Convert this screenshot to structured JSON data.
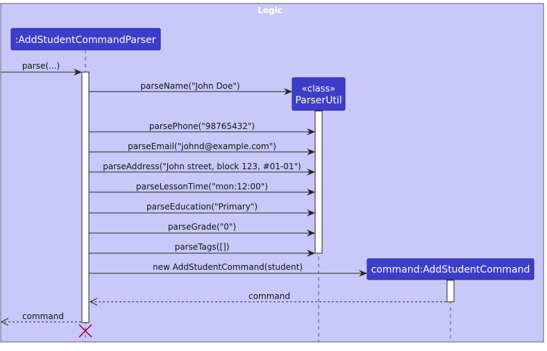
{
  "frame": {
    "title": "Logic"
  },
  "participants": [
    {
      "id": "parser",
      "label": ":AddStudentCommandParser"
    },
    {
      "id": "util",
      "stereotype": "«class»",
      "label": "ParserUtil"
    },
    {
      "id": "cmd",
      "label": "command:AddStudentCommand"
    }
  ],
  "messages": [
    {
      "id": "m-parse",
      "label": "parse(...)",
      "from": "ext",
      "to": "parser",
      "kind": "sync"
    },
    {
      "id": "m-parsename",
      "label": "parseName(\"John Doe\")",
      "from": "parser",
      "to": "util",
      "kind": "create"
    },
    {
      "id": "m-parsephone",
      "label": "parsePhone(\"98765432\")",
      "from": "parser",
      "to": "util",
      "kind": "sync"
    },
    {
      "id": "m-parseemail",
      "label": "parseEmail(\"johnd@example.com\")",
      "from": "parser",
      "to": "util",
      "kind": "sync"
    },
    {
      "id": "m-parseaddress",
      "label": "parseAddress(\"John street, block 123, #01-01\")",
      "from": "parser",
      "to": "util",
      "kind": "sync"
    },
    {
      "id": "m-parselessontime",
      "label": "parseLessonTime(\"mon:12:00\")",
      "from": "parser",
      "to": "util",
      "kind": "sync"
    },
    {
      "id": "m-parseeducation",
      "label": "parseEducation(\"Primary\")",
      "from": "parser",
      "to": "util",
      "kind": "sync"
    },
    {
      "id": "m-parsegrade",
      "label": "parseGrade(\"0\")",
      "from": "parser",
      "to": "util",
      "kind": "sync"
    },
    {
      "id": "m-parsetags",
      "label": "parseTags([])",
      "from": "parser",
      "to": "util",
      "kind": "sync"
    },
    {
      "id": "m-new-command",
      "label": "new AddStudentCommand(student)",
      "from": "parser",
      "to": "cmd",
      "kind": "create"
    },
    {
      "id": "m-return-command",
      "label": "command",
      "from": "cmd",
      "to": "parser",
      "kind": "return"
    },
    {
      "id": "m-return-ext",
      "label": "command",
      "from": "parser",
      "to": "ext",
      "kind": "return"
    }
  ],
  "colors": {
    "frame_fill": "#c8c8fa",
    "frame_border": "#5a5a78",
    "frame_title": "#ffffff",
    "participant_fill": "#3d3dc8",
    "participant_border": "#28289a",
    "participant_text": "#ffffff",
    "activation_fill": "#ffffff",
    "activation_border": "#222222",
    "lifeline": "#555555",
    "arrow": "#222222",
    "label": "#111111",
    "destroy": "#a8004a"
  }
}
